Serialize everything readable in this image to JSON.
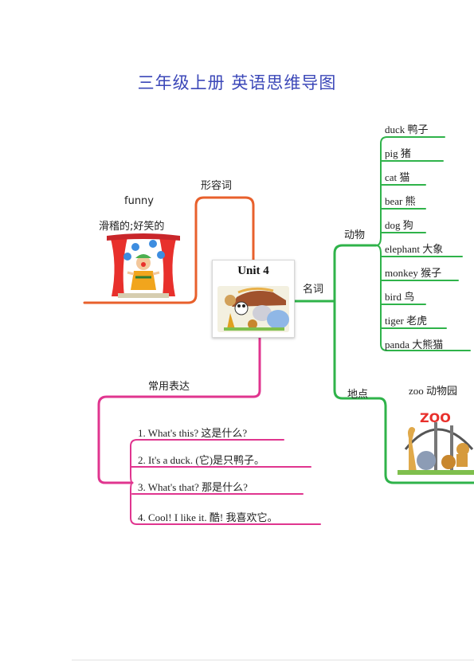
{
  "title": "三年级上册 英语思维导图",
  "center": {
    "label": "Unit 4"
  },
  "adjective": {
    "branch": "形容词",
    "word": "funny",
    "meaning": "滑稽的;好笑的"
  },
  "noun": {
    "branch": "名词",
    "animals": {
      "label": "动物",
      "items": [
        "duck 鸭子",
        "pig 猪",
        "cat 猫",
        "bear 熊",
        "dog 狗",
        "elephant 大象",
        "monkey 猴子",
        "bird 鸟",
        "tiger 老虎",
        "panda 大熊猫"
      ]
    },
    "places": {
      "label": "地点",
      "item": "zoo 动物园",
      "sign": "ZOO"
    }
  },
  "expressions": {
    "label": "常用表达",
    "items": [
      "1. What's this? 这是什么?",
      "2. It's a duck. (它)是只鸭子。",
      "3. What's that? 那是什么?",
      "4. Cool! I like it. 酷! 我喜欢它。"
    ]
  },
  "colors": {
    "title": "#3b47b8",
    "adjective_branch": "#e8602c",
    "noun_branch": "#2fb34a",
    "expression_branch": "#e0358f"
  }
}
